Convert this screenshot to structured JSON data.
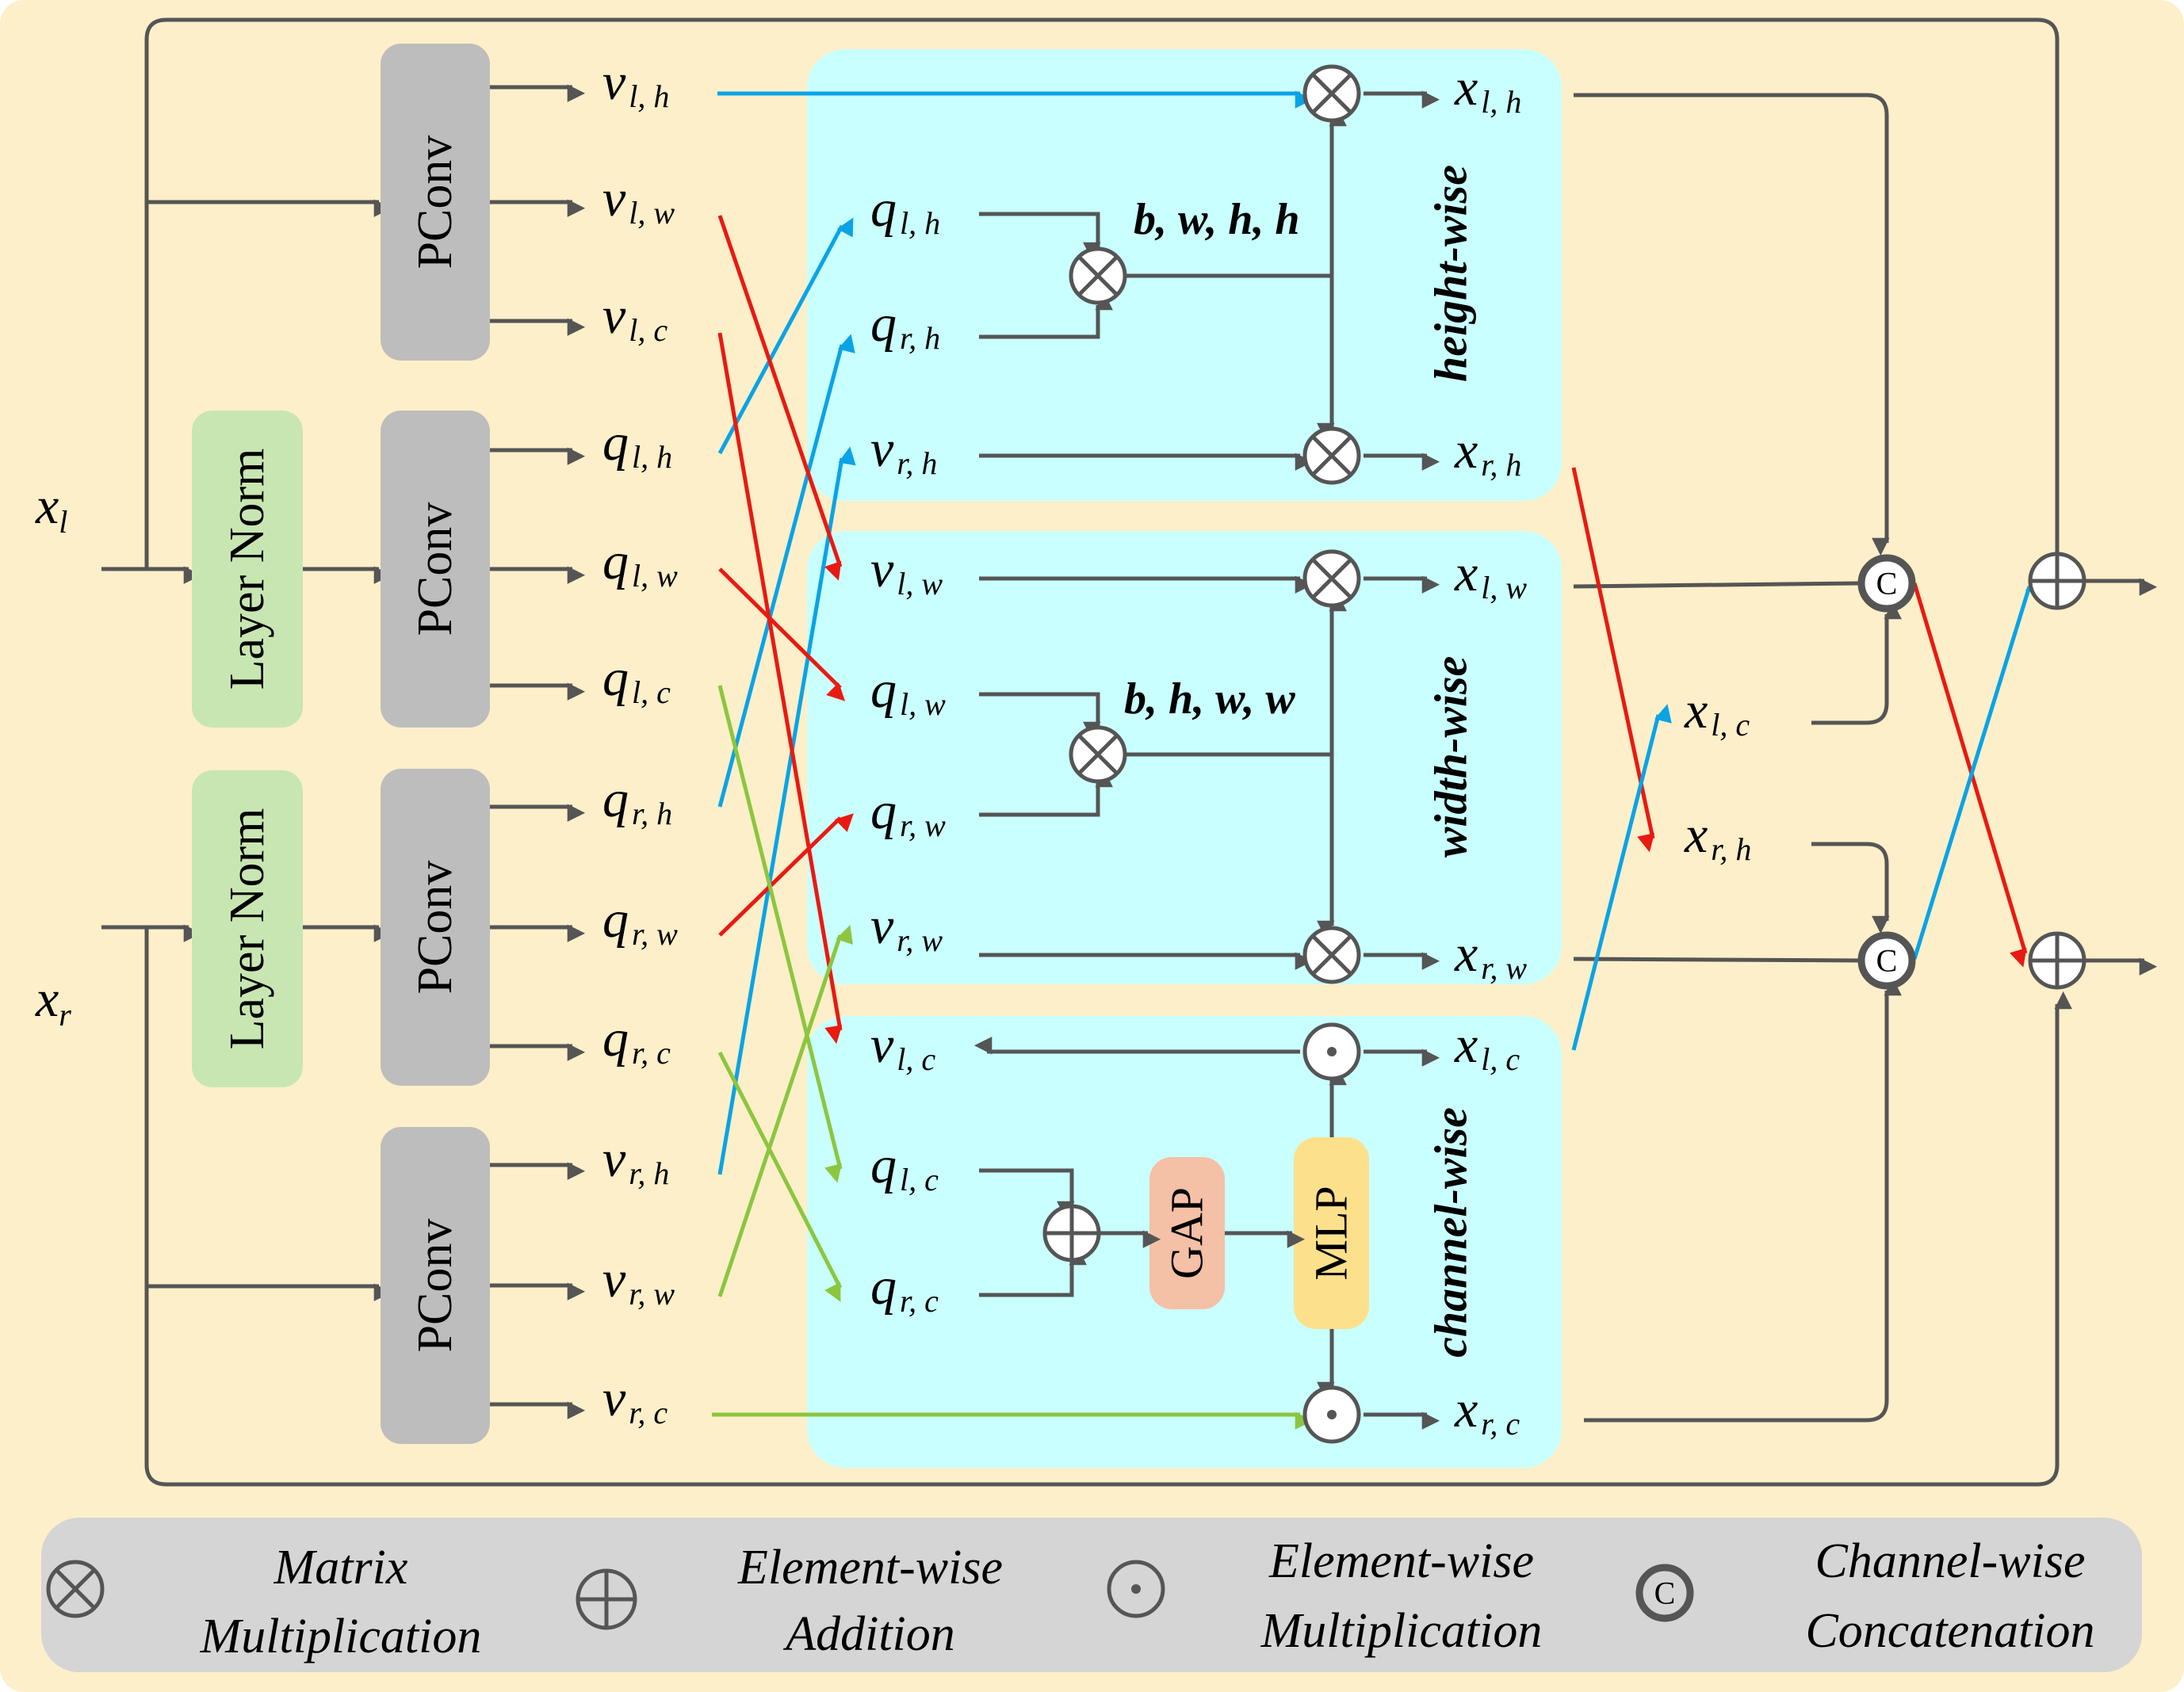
{
  "colors": {
    "background": "#fdefc9",
    "panel": "#c9ffff",
    "pconv": "#bdbdbd",
    "layernorm": "#c8e6b2",
    "gap": "#f4c0a6",
    "mlp": "#fde08c",
    "legend_bar": "#d5d5d5",
    "line_gray": "#555555",
    "arrow_blue": "#0aa3e6",
    "arrow_red": "#e81a12",
    "arrow_green": "#8cc63f"
  },
  "inputs": {
    "xl": {
      "base": "x",
      "sub": "l"
    },
    "xr": {
      "base": "x",
      "sub": "r"
    }
  },
  "blocks": {
    "pconv": "PConv",
    "layer_norm": "Layer Norm",
    "gap": "GAP",
    "mlp": "MLP"
  },
  "left_outputs": [
    {
      "base": "v",
      "sub": "l, h"
    },
    {
      "base": "v",
      "sub": "l, w"
    },
    {
      "base": "v",
      "sub": "l, c"
    },
    {
      "base": "q",
      "sub": "l, h"
    },
    {
      "base": "q",
      "sub": "l, w"
    },
    {
      "base": "q",
      "sub": "l, c"
    },
    {
      "base": "q",
      "sub": "r, h"
    },
    {
      "base": "q",
      "sub": "r, w"
    },
    {
      "base": "q",
      "sub": "r, c"
    },
    {
      "base": "v",
      "sub": "r, h"
    },
    {
      "base": "v",
      "sub": "r, w"
    },
    {
      "base": "v",
      "sub": "r, c"
    }
  ],
  "panels": {
    "height": {
      "title": "height-wise",
      "dims": "b, w, h, h",
      "inputs": [
        {
          "base": "q",
          "sub": "l, h"
        },
        {
          "base": "q",
          "sub": "r, h"
        },
        {
          "base": "v",
          "sub": "r, h"
        }
      ],
      "outputs": [
        {
          "base": "x",
          "sub": "l, h"
        },
        {
          "base": "x",
          "sub": "r, h"
        }
      ]
    },
    "width": {
      "title": "width-wise",
      "dims": "b, h, w, w",
      "inputs": [
        {
          "base": "v",
          "sub": "l, w"
        },
        {
          "base": "q",
          "sub": "l, w"
        },
        {
          "base": "q",
          "sub": "r, w"
        },
        {
          "base": "v",
          "sub": "r, w"
        }
      ],
      "outputs": [
        {
          "base": "x",
          "sub": "l, w"
        },
        {
          "base": "x",
          "sub": "r, w"
        }
      ]
    },
    "channel": {
      "title": "channel-wise",
      "inputs": [
        {
          "base": "v",
          "sub": "l, c"
        },
        {
          "base": "q",
          "sub": "l, c"
        },
        {
          "base": "q",
          "sub": "r, c"
        }
      ],
      "outputs": [
        {
          "base": "x",
          "sub": "l, c"
        },
        {
          "base": "x",
          "sub": "r, c"
        }
      ]
    }
  },
  "right_labels": [
    {
      "base": "x",
      "sub": "l, c"
    },
    {
      "base": "x",
      "sub": "r, h"
    }
  ],
  "operators": {
    "matmul": "⊗",
    "add": "⊕",
    "elemmul": "⊙",
    "concat": "C"
  },
  "legend": [
    {
      "icon": "⊗",
      "icon_name": "matrix-multiplication-icon",
      "line1": "Matrix",
      "line2": "Multiplication"
    },
    {
      "icon": "⊕",
      "icon_name": "element-wise-addition-icon",
      "line1": "Element-wise",
      "line2": "Addition"
    },
    {
      "icon": "⊙",
      "icon_name": "element-wise-multiplication-icon",
      "line1": "Element-wise",
      "line2": "Multiplication"
    },
    {
      "icon": "C",
      "icon_name": "channel-wise-concatenation-icon",
      "line1": "Channel-wise",
      "line2": "Concatenation"
    }
  ]
}
